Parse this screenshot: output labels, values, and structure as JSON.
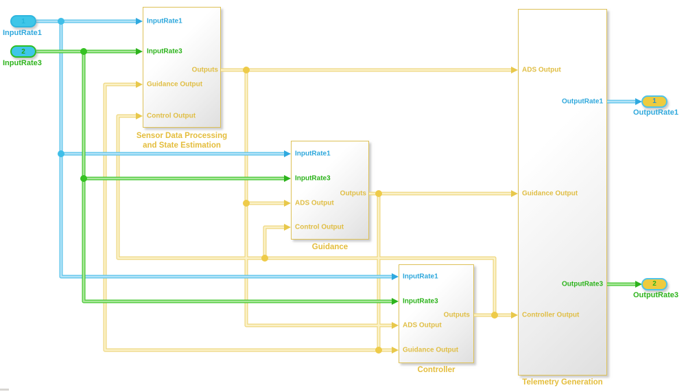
{
  "diagram": {
    "inports": [
      {
        "number": "1",
        "label": "InputRate1"
      },
      {
        "number": "2",
        "label": "InputRate3"
      }
    ],
    "outports": [
      {
        "number": "1",
        "label": "OutputRate1"
      },
      {
        "number": "2",
        "label": "OutputRate3"
      }
    ],
    "blocks": {
      "sensor": {
        "title_line1": "Sensor Data Processing",
        "title_line2": "and State Estimation",
        "inputs": [
          "InputRate1",
          "InputRate3",
          "Guidance Output",
          "Control Output"
        ],
        "output": "Outputs"
      },
      "guidance": {
        "title": "Guidance",
        "inputs": [
          "InputRate1",
          "InputRate3",
          "ADS Output",
          "Control Output"
        ],
        "output": "Outputs"
      },
      "controller": {
        "title": "Controller",
        "inputs": [
          "InputRate1",
          "InputRate3",
          "ADS Output",
          "Guidance Output"
        ],
        "output": "Outputs"
      },
      "telemetry": {
        "title": "Telemetry Generation",
        "inputs": [
          "ADS Output",
          "Guidance Output",
          "Controller Output"
        ],
        "outputs": [
          "OutputRate1",
          "OutputRate3"
        ]
      }
    },
    "colors": {
      "rate1_cyan": "#3bb8e8",
      "rate3_green": "#2dbe25",
      "sample_time_yellow": "#e8c84b"
    }
  }
}
